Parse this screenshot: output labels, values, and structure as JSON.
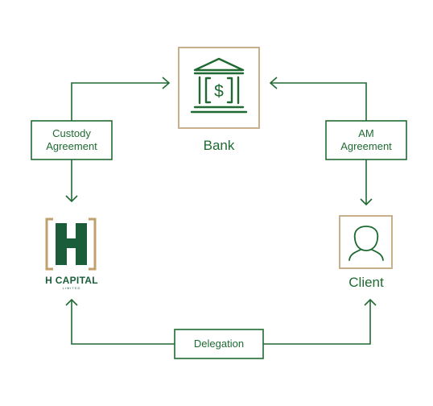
{
  "nodes": {
    "bank": {
      "label": "Bank",
      "icon": "bank-icon"
    },
    "hcapital": {
      "label": "H CAPITAL",
      "sublabel": "LIMITED",
      "icon": "h-capital-logo"
    },
    "client": {
      "label": "Client",
      "icon": "person-silhouette-icon"
    }
  },
  "relations": {
    "custody": {
      "line1": "Custody",
      "line2": "Agreement"
    },
    "am": {
      "line1": "AM",
      "line2": "Agreement"
    },
    "delegation": {
      "label": "Delegation"
    }
  },
  "colors": {
    "line": "#1f6a32",
    "frame": "#c9b08d",
    "logo_green": "#1a5d3a",
    "logo_gold": "#c2a06c"
  }
}
